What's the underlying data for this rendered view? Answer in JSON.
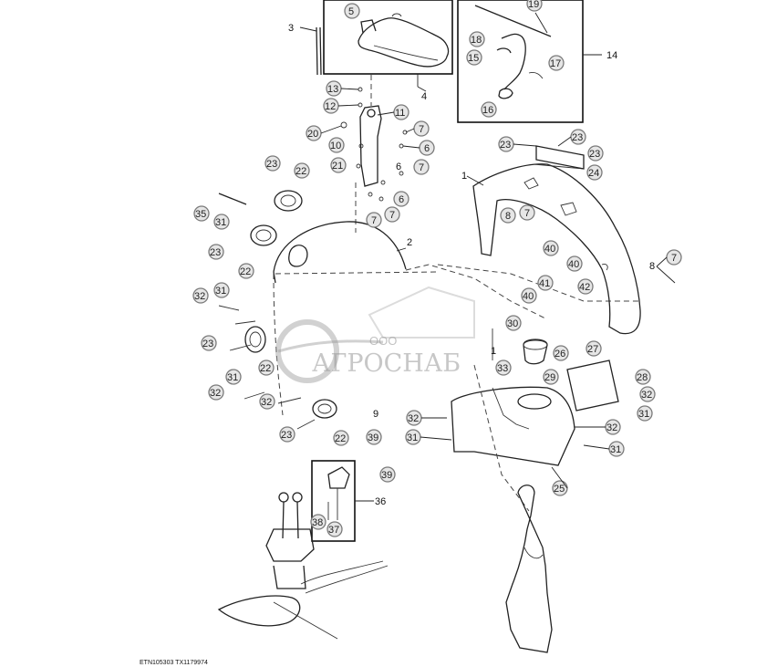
{
  "footer": {
    "ref": "ETN105303  TX1179974"
  },
  "watermark": {
    "company": "ООО",
    "brand": "АГРОСНАБ"
  },
  "boxes": {
    "box_4": "4",
    "box_14": "14",
    "box_36": "36"
  },
  "callouts": {
    "c3": "3",
    "c5": "5",
    "c4": "4",
    "c19": "19",
    "c18": "18",
    "c15": "15",
    "c17": "17",
    "c16": "16",
    "c14": "14",
    "c13": "13",
    "c12": "12",
    "c11": "11",
    "c20": "20",
    "c10": "10",
    "c21": "21",
    "c7a": "7",
    "c6a": "6",
    "c6b": "6",
    "c7b": "7",
    "c6c": "6",
    "c7c": "7",
    "c7d": "7",
    "c23a": "23",
    "c23b": "23",
    "c23c": "23",
    "c24": "24",
    "c1": "1",
    "c23d": "23",
    "c22a": "22",
    "c35": "35",
    "c31a": "31",
    "c23e": "23",
    "c22b": "22",
    "c2": "2",
    "c8a": "8",
    "c7e": "7",
    "c40a": "40",
    "c40b": "40",
    "c41": "41",
    "c40c": "40",
    "c42": "42",
    "c8b": "8",
    "c7f": "7",
    "c32a": "32",
    "c31b": "31",
    "c23f": "23",
    "c22c": "22",
    "c30": "30",
    "c1b": "1",
    "c33": "33",
    "c26": "26",
    "c27": "27",
    "c28": "28",
    "c29": "29",
    "c32b": "32",
    "c31c": "31",
    "c31d": "31",
    "c32c": "32",
    "c32d": "32",
    "c23g": "23",
    "c22d": "22",
    "c9": "9",
    "c32e": "32",
    "c31e": "31",
    "c32f": "32",
    "c31f": "31",
    "c25": "25",
    "c39a": "39",
    "c39b": "39",
    "c36": "36",
    "c38": "38",
    "c37": "37"
  }
}
